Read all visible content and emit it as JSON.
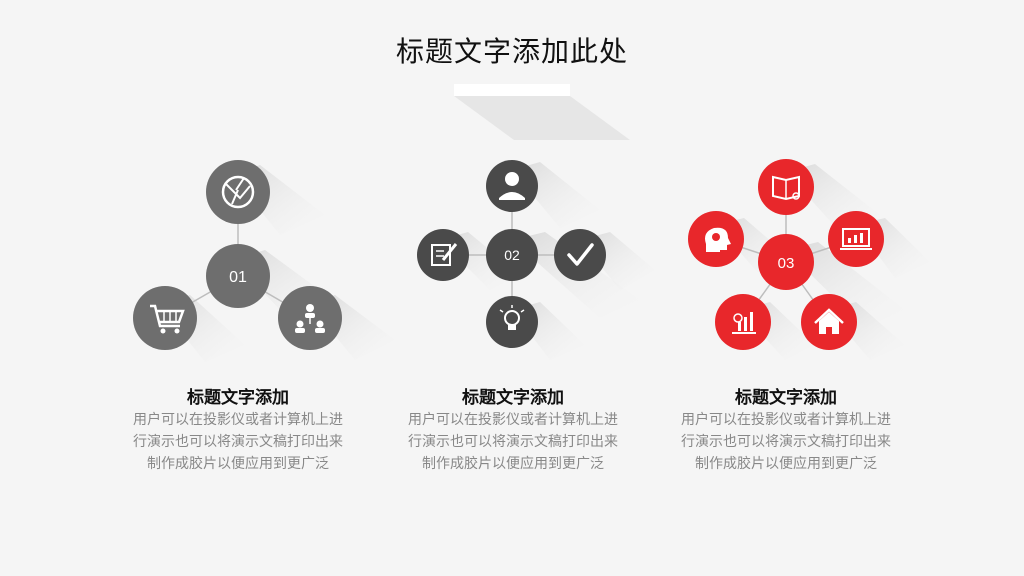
{
  "slide": {
    "title": "标题文字添加此处"
  },
  "groups": [
    {
      "number": "01",
      "heading": "标题文字添加",
      "body_line1": "用户可以在投影仪或者计算机上进",
      "body_line2": "行演示也可以将演示文稿打印出来",
      "body_line3": "制作成胶片以便应用到更广泛",
      "color": "#6e6e6e",
      "icons": [
        "globe-icon",
        "shopping-cart-icon",
        "people-network-icon"
      ]
    },
    {
      "number": "02",
      "heading": "标题文字添加",
      "body_line1": "用户可以在投影仪或者计算机上进",
      "body_line2": "行演示也可以将演示文稿打印出来",
      "body_line3": "制作成胶片以便应用到更广泛",
      "color": "#4a4a4a",
      "icons": [
        "user-icon",
        "edit-icon",
        "checkmark-icon",
        "lightbulb-icon"
      ]
    },
    {
      "number": "03",
      "heading": "标题文字添加",
      "body_line1": "用户可以在投影仪或者计算机上进",
      "body_line2": "行演示也可以将演示文稿打印出来",
      "body_line3": "制作成胶片以便应用到更广泛",
      "color": "#e8272b",
      "icons": [
        "book-search-icon",
        "head-brain-icon",
        "monitor-chart-icon",
        "growth-chart-icon",
        "home-icon"
      ]
    }
  ]
}
